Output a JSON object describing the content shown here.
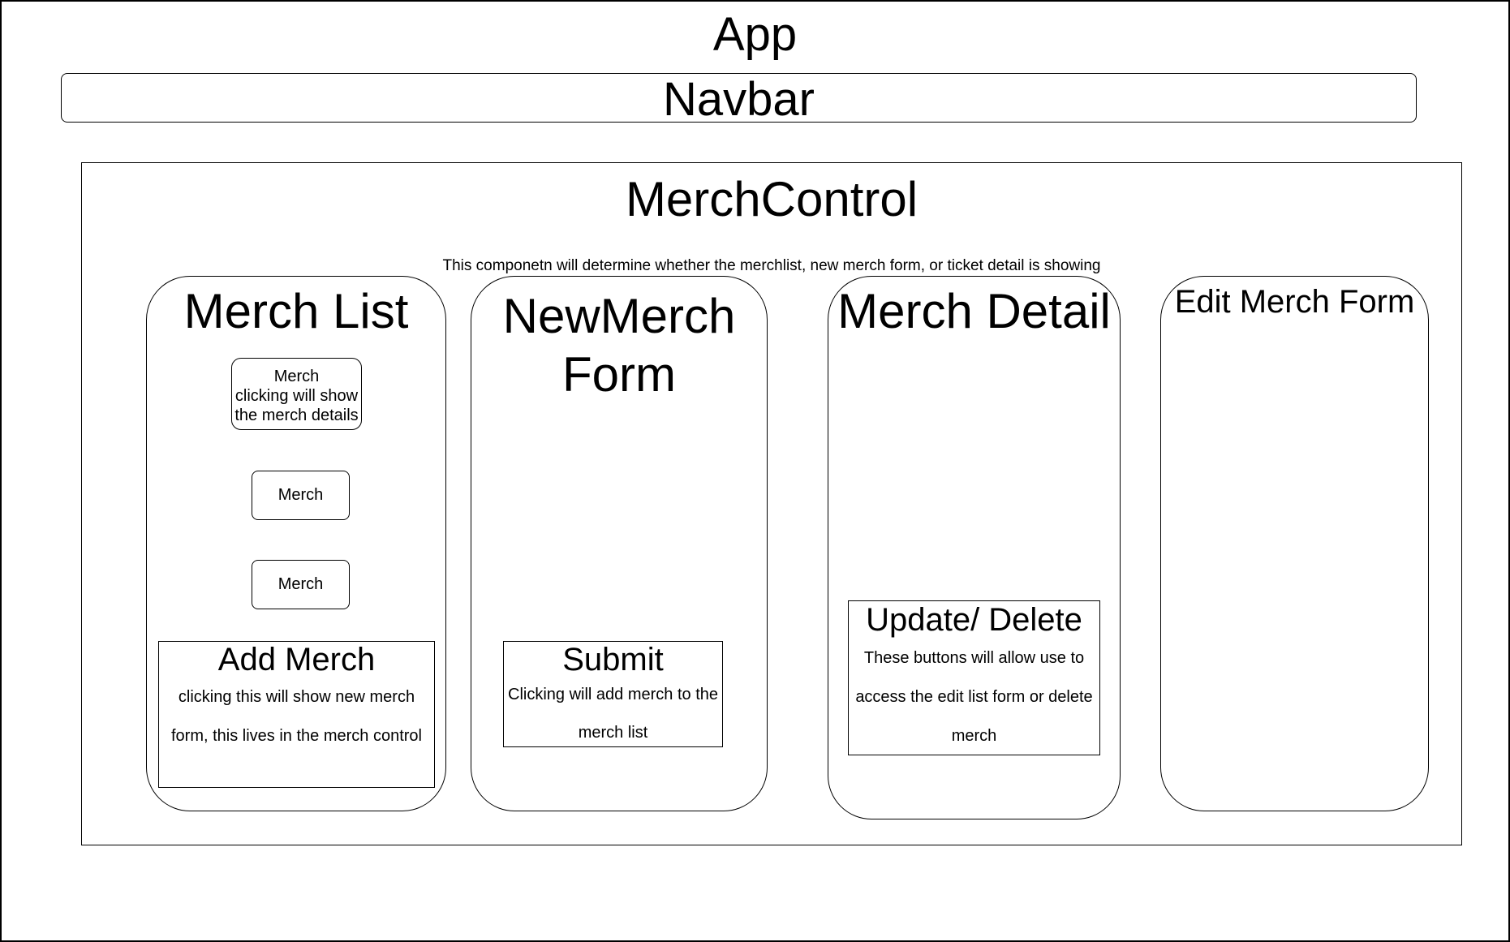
{
  "app": {
    "title": "App"
  },
  "navbar": {
    "label": "Navbar"
  },
  "merch_control": {
    "title": "MerchControl",
    "description": "This componetn will determine whether the merchlist, new merch form, or ticket detail is showing"
  },
  "merch_list": {
    "title": "Merch List",
    "items": [
      {
        "label": "Merch",
        "note": "clicking will show the merch details"
      },
      {
        "label": "Merch"
      },
      {
        "label": "Merch"
      }
    ],
    "add_merch": {
      "title": "Add Merch",
      "note": "clicking this will show new merch form, this lives in the merch control"
    }
  },
  "new_merch_form": {
    "title_line1": "NewMerch",
    "title_line2": "Form",
    "submit": {
      "title": "Submit",
      "note": "Clicking will add merch to the merch list"
    }
  },
  "merch_detail": {
    "title": "Merch Detail",
    "actions": {
      "title": "Update/ Delete",
      "note": "These buttons will allow use to access the edit list form or delete merch"
    }
  },
  "edit_merch_form": {
    "title": "Edit Merch Form"
  }
}
